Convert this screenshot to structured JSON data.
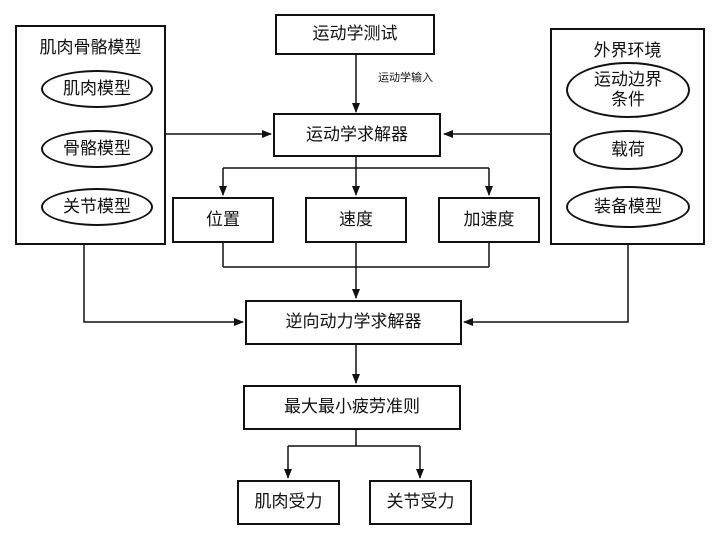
{
  "input_node": "运动学测试",
  "input_edge_label": "运动学输入",
  "solver": "运动学求解器",
  "left_group": {
    "title": "肌肉骨骼模型",
    "items": [
      "肌肉模型",
      "骨骼模型",
      "关节模型"
    ]
  },
  "right_group": {
    "title": "外界环境",
    "items": [
      "运动边界\n条件",
      "载荷",
      "装备模型"
    ]
  },
  "kinematics": [
    "位置",
    "速度",
    "加速度"
  ],
  "inverse_dynamics": "逆向动力学求解器",
  "criterion": "最大最小疲劳准则",
  "outputs": [
    "肌肉受力",
    "关节受力"
  ]
}
